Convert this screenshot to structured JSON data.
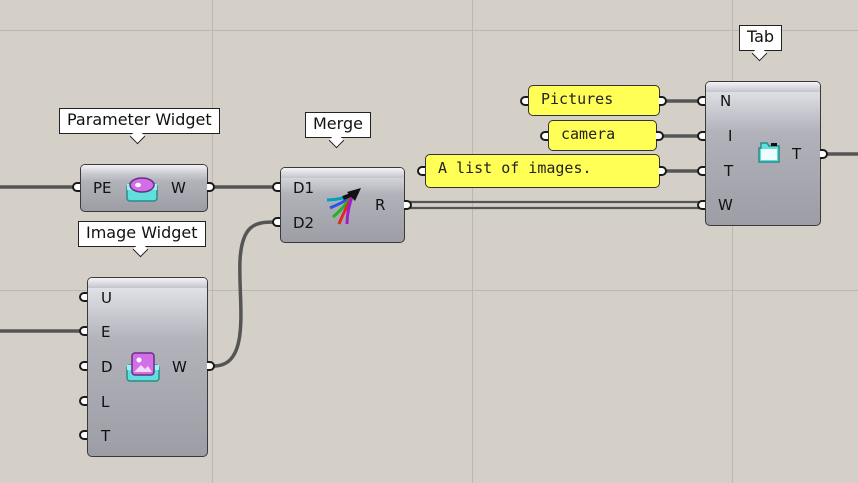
{
  "tags": {
    "parameter_widget": "Parameter Widget",
    "image_widget": "Image Widget",
    "merge": "Merge",
    "tab": "Tab"
  },
  "parameter_widget": {
    "inputs": [
      "PE"
    ],
    "outputs": [
      "W"
    ],
    "icon": "parameter-widget-icon"
  },
  "image_widget": {
    "inputs": [
      "U",
      "E",
      "D",
      "L",
      "T"
    ],
    "outputs": [
      "W"
    ],
    "icon": "image-widget-icon"
  },
  "merge": {
    "inputs": [
      "D1",
      "D2"
    ],
    "outputs": [
      "R"
    ],
    "icon": "merge-arrows-icon"
  },
  "tab": {
    "inputs": [
      "N",
      "I",
      "T",
      "W"
    ],
    "outputs": [
      "T"
    ],
    "icon": "tab-folder-icon"
  },
  "panels": {
    "pictures": "Pictures",
    "camera": "camera",
    "description": "A list of images."
  },
  "colors": {
    "canvas": "#d4d0c8",
    "component": "#a8a8b0",
    "panel": "#ffff55",
    "wire": "#555555"
  }
}
